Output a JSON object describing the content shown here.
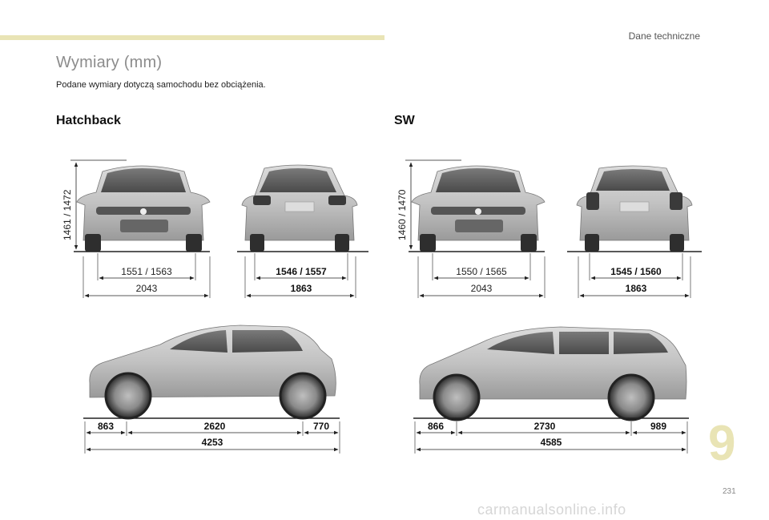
{
  "page": {
    "section_label": "Dane techniczne",
    "title": "Wymiary (mm)",
    "subtitle": "Podane wymiary dotyczą samochodu bez obciążenia.",
    "chapter_number": "9",
    "page_number": "231",
    "watermark": "carmanualsonline.info"
  },
  "hatchback": {
    "heading": "Hatchback",
    "height": "1461 / 1472",
    "front_track": "1551 / 1563",
    "width_mirrors": "2043",
    "rear_track": "1546 / 1557",
    "width": "1863",
    "front_overhang": "863",
    "wheelbase": "2620",
    "rear_overhang": "770",
    "length": "4253"
  },
  "sw": {
    "heading": "SW",
    "height": "1460 / 1470",
    "front_track": "1550 / 1565",
    "width_mirrors": "2043",
    "rear_track": "1545 / 1560",
    "width": "1863",
    "front_overhang": "866",
    "wheelbase": "2730",
    "rear_overhang": "989",
    "length": "4585"
  },
  "colors": {
    "accent": "#e9e4b5",
    "car_body": "#bdbdbd",
    "car_dark": "#3a3a3a"
  }
}
